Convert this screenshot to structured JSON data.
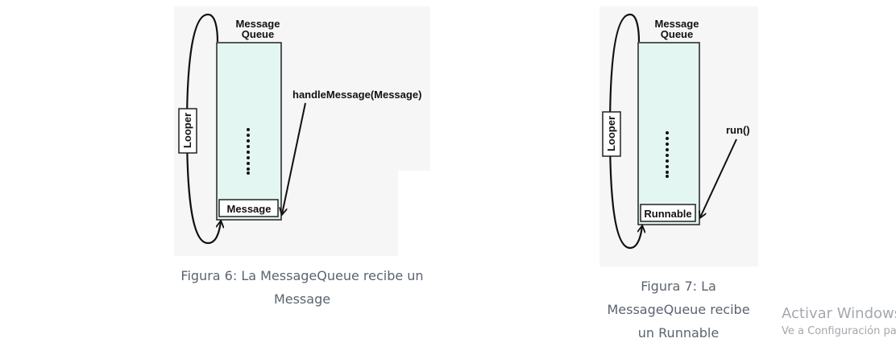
{
  "figure6": {
    "queue_title_line1": "Message",
    "queue_title_line2": "Queue",
    "looper_label": "Looper",
    "method_label": "handleMessage(Message)",
    "item_label": "Message",
    "caption_line1": "Figura 6: La MessageQueue recibe un",
    "caption_line2": "Message"
  },
  "figure7": {
    "queue_title_line1": "Message",
    "queue_title_line2": "Queue",
    "looper_label": "Looper",
    "method_label": "run()",
    "item_label": "Runnable",
    "caption_line1": "Figura 7: La",
    "caption_line2": "MessageQueue recibe",
    "caption_line3": "un Runnable"
  },
  "watermark": {
    "title": "Activar Windows",
    "subtitle": "Ve a Configuración para activar Windows."
  },
  "colors": {
    "queue_fill": "#e3f6f2",
    "figure_background": "#f6f6f6",
    "caption_text": "#5b6470",
    "watermark_text": "#a4a8ad"
  }
}
